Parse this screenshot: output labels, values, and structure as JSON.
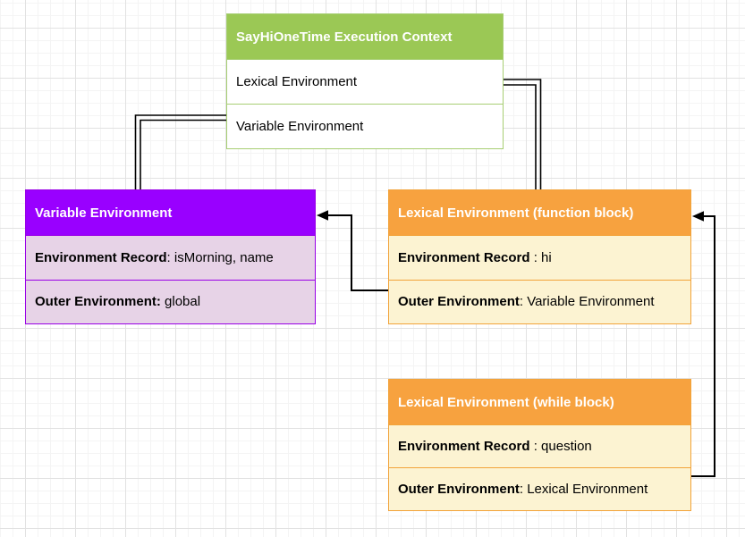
{
  "boxes": {
    "execution_context": {
      "title": "SayHiOneTime Execution Context",
      "rows": [
        "Lexical Environment",
        "Variable Environment"
      ]
    },
    "variable_environment": {
      "title": "Variable Environment",
      "rows": [
        {
          "label": "Environment Record",
          "value": ": isMorning, name"
        },
        {
          "label": "Outer Environment:",
          "value": " global"
        }
      ]
    },
    "lexical_function": {
      "title": "Lexical Environment (function block)",
      "rows": [
        {
          "label": "Environment Record",
          "value": " : hi"
        },
        {
          "label": "Outer Environment",
          "value": ": Variable Environment"
        }
      ]
    },
    "lexical_while": {
      "title": "Lexical Environment (while block)",
      "rows": [
        {
          "label": "Environment Record",
          "value": " : question"
        },
        {
          "label": "Outer Environment",
          "value": ": Lexical Environment"
        }
      ]
    }
  },
  "connectors": [
    {
      "from": "SayHiOneTime Execution Context / Variable Environment row",
      "to": "Variable Environment box",
      "style": "double-line",
      "arrow": "none"
    },
    {
      "from": "SayHiOneTime Execution Context / Lexical Environment row",
      "to": "Lexical Environment (function block) box",
      "style": "double-line",
      "arrow": "none"
    },
    {
      "from": "Lexical Environment (function block) / Outer Environment row",
      "to": "Variable Environment box",
      "style": "single-line",
      "arrow": "filled-triangle"
    },
    {
      "from": "Lexical Environment (while block) / Outer Environment row",
      "to": "Lexical Environment (function block) box",
      "style": "single-line",
      "arrow": "filled-triangle"
    }
  ],
  "colors": {
    "green_header": "#9bc855",
    "green_border": "#a7ce73",
    "purple_header": "#9900ff",
    "purple_row_bg": "#e7d3e7",
    "purple_border": "#9900e6",
    "orange_header": "#f7a23f",
    "orange_row_bg": "#fcf3d2",
    "orange_border": "#f2a33a",
    "connector_line": "#000000",
    "grid_minor": "#f4f4f4",
    "grid_major": "#e2e2e2"
  }
}
